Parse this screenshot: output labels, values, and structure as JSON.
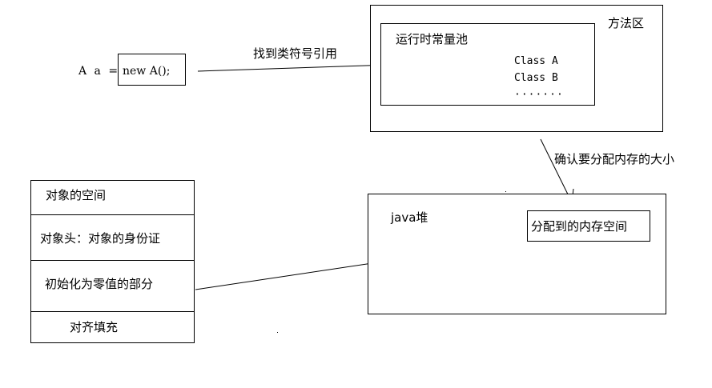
{
  "code": {
    "var_decl": "A a =",
    "expression": "new A();"
  },
  "method_area": {
    "title": "方法区",
    "constant_pool": {
      "title": "运行时常量池",
      "entries": [
        "Class A",
        "Class B",
        "·······"
      ]
    }
  },
  "arrows": {
    "find_symbol_ref": "找到类符号引用",
    "confirm_size": "确认要分配内存的大小"
  },
  "heap": {
    "title": "java堆",
    "allocated": "分配到的内存空间"
  },
  "object_layout": {
    "rows": [
      "对象的空间",
      "对象头：对象的身份证",
      "初始化为零值的部分",
      "对齐填充"
    ]
  }
}
